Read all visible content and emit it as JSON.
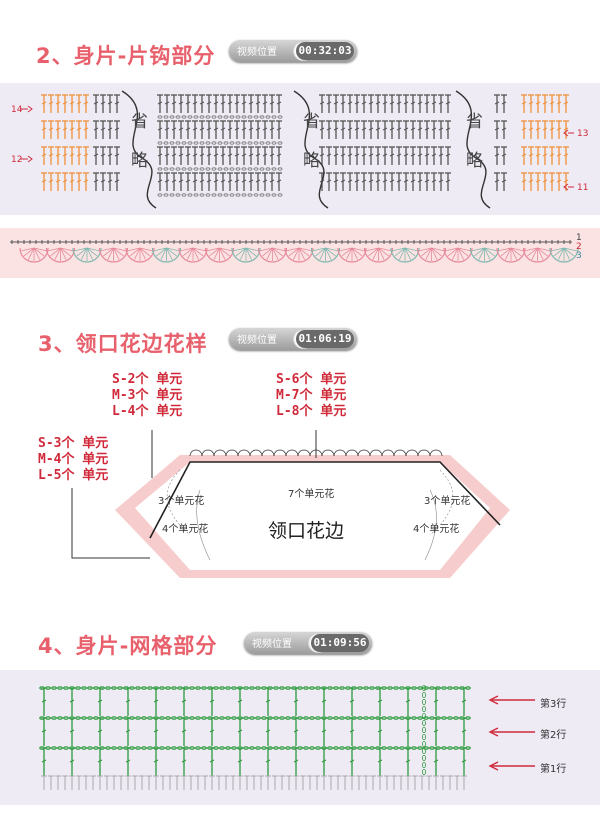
{
  "section2": {
    "title": "2、身片-片钩部分",
    "video_label": "视频位置",
    "video_time": "00:32:03",
    "omitted_label_top": "省",
    "omitted_label_bottom": "略",
    "row_numbers": {
      "r14": "14",
      "r13": "13",
      "r12": "12",
      "r11": "11",
      "r1": "1",
      "r2": "2",
      "r3": "3"
    }
  },
  "section3": {
    "title": "3、领口花边花样",
    "video_label": "视频位置",
    "video_time": "01:06:19",
    "left_sizes": [
      "S-3个 单元",
      "M-4个 单元",
      "L-5个 单元"
    ],
    "middle_left_sizes": [
      "S-2个 单元",
      "M-3个 单元",
      "L-4个 单元"
    ],
    "middle_right_sizes": [
      "S-6个 单元",
      "M-7个 单元",
      "L-8个 单元"
    ],
    "label_left_top": "3个单元花",
    "label_left_bottom": "4个单元花",
    "label_center_top": "7个单元花",
    "label_right_top": "3个单元花",
    "label_right_bottom": "4个单元花",
    "center_label": "领口花边"
  },
  "section4": {
    "title": "4、身片-网格部分",
    "video_label": "视频位置",
    "video_time": "01:09:56",
    "row_labels": [
      "第3行",
      "第2行",
      "第1行"
    ]
  },
  "colors": {
    "title": "#e8606b",
    "orange_stitch": "#f0913a",
    "dark_stitch": "#555555",
    "green_stitch": "#2a9a3a",
    "pink_fan": "#e6899a",
    "teal_fan": "#7fb8b0",
    "arrow_red": "#d02a3a",
    "panel_lavender": "#eeebf5",
    "panel_pink": "#fce3e3",
    "collar_pink": "#f6cccc"
  }
}
